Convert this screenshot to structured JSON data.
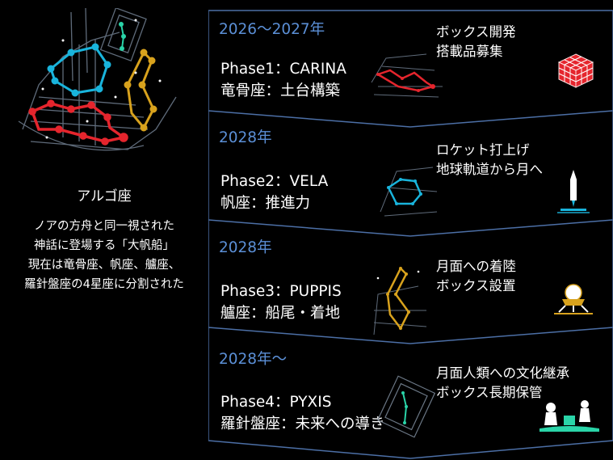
{
  "left": {
    "title": "アルゴ座",
    "description": [
      "ノアの方舟と同一視された",
      "神話に登場する「大帆船」",
      "現在は竜骨座、帆座、艫座、",
      "羅針盤座の4星座に分割された"
    ]
  },
  "phases": [
    {
      "years": "2026〜2027年",
      "phase": "Phase1：CARINA",
      "constellation": "竜骨座：土台構築",
      "tasks": [
        "ボックス開発",
        "搭載品募集"
      ],
      "icon": "cube-icon",
      "color": "#e5252d"
    },
    {
      "years": "2028年",
      "phase": "Phase2：VELA",
      "constellation": "帆座：推進力",
      "tasks": [
        "ロケット打上げ",
        "地球軌道から月へ"
      ],
      "icon": "rocket-launch-icon",
      "color": "#19b4dc"
    },
    {
      "years": "2028年",
      "phase": "Phase3：PUPPIS",
      "constellation": "艫座：船尾・着地",
      "tasks": [
        "月面への着陸",
        "ボックス設置"
      ],
      "icon": "lunar-lander-icon",
      "color": "#d8a21d"
    },
    {
      "years": "2028年〜",
      "phase": "Phase4：PYXIS",
      "constellation": "羅針盤座：未来への導き",
      "tasks": [
        "月面人類への文化継承",
        "ボックス長期保管"
      ],
      "icon": "astronauts-icon",
      "color": "#2ad4a8"
    }
  ],
  "colors": {
    "year_text": "#5b8fd6",
    "divider": "#4c6fa6",
    "background": "#000000"
  }
}
